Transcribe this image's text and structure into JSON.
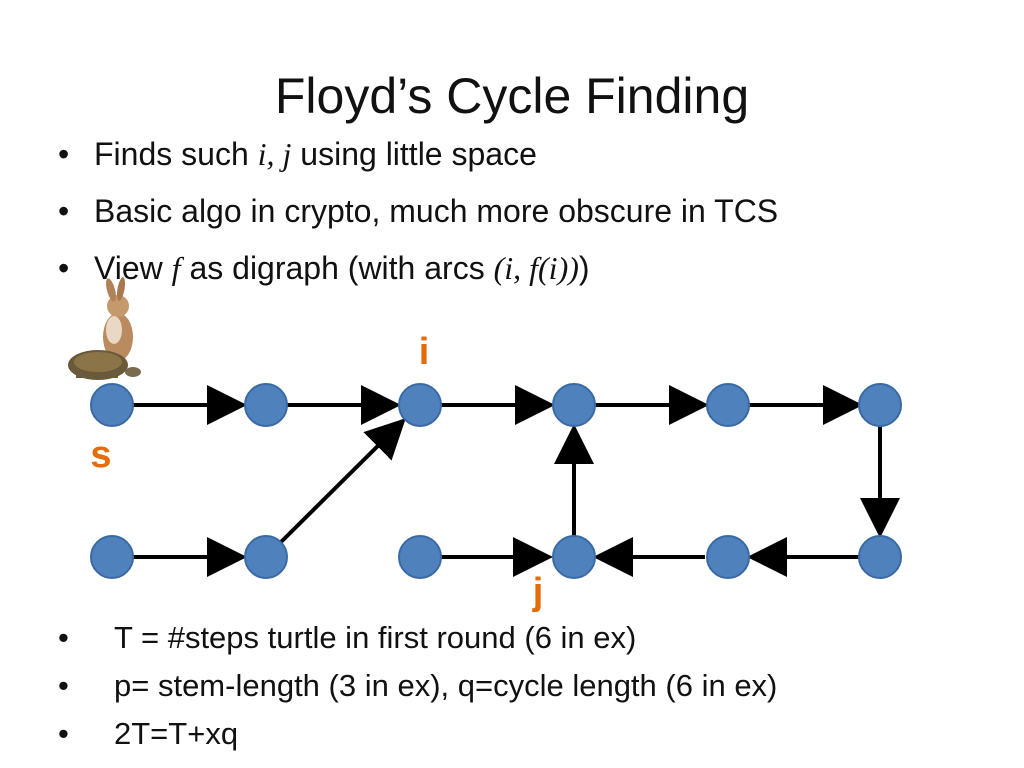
{
  "slide": {
    "title": "Floyd’s Cycle Finding",
    "bullets": [
      {
        "parts": [
          "Finds such ",
          "i, j",
          " using little space"
        ]
      },
      {
        "parts": [
          "Basic algo in crypto, much more obscure in TCS"
        ]
      },
      {
        "parts": [
          "View ",
          "f",
          " as digraph (with arcs ",
          "(i, f(i))",
          ")"
        ]
      }
    ],
    "bottom_bullets": [
      "T = #steps turtle in first round (6 in ex)",
      "p= stem-length (3 in ex), q=cycle length (6 in ex)",
      "2T=T+xq"
    ],
    "bullet_glyph": "•"
  },
  "diagram": {
    "node_color": "#4f81bd",
    "node_stroke": "#3a6aa5",
    "label_color": "#e46c0a",
    "arrow_color": "#000000",
    "labels": {
      "s": "s",
      "i": "i",
      "j": "j"
    },
    "icons": [
      "rabbit-icon",
      "turtle-icon"
    ]
  }
}
